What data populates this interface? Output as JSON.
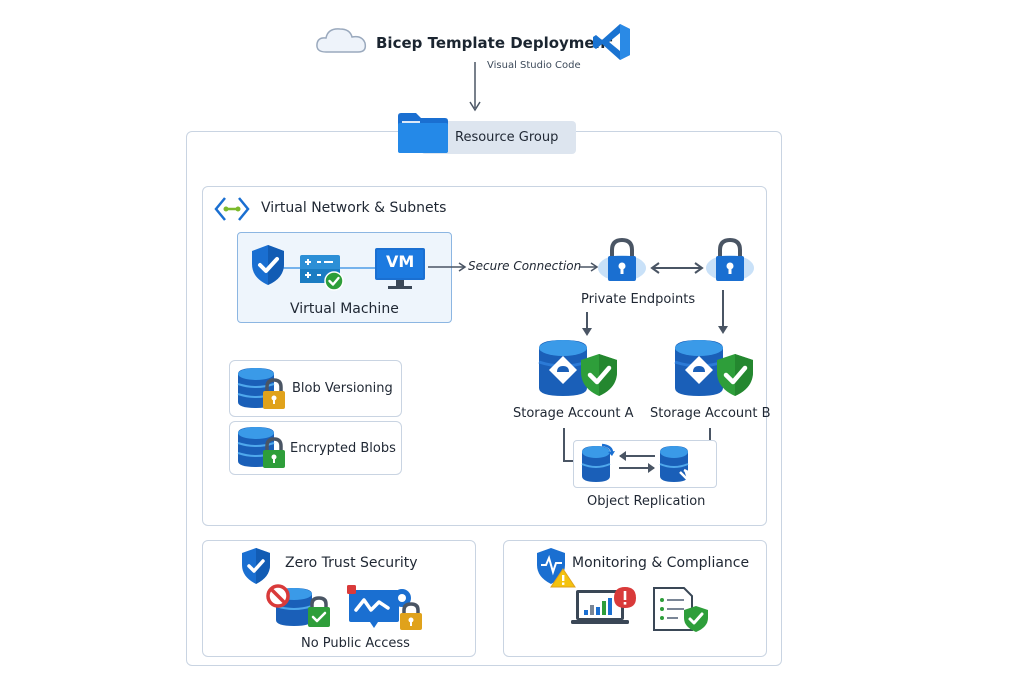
{
  "header": {
    "title": "Bicep Template Deployment",
    "subtitle": "Visual Studio Code",
    "icons": [
      "cloud-icon",
      "vscode-icon"
    ]
  },
  "resource_group": {
    "label": "Resource Group",
    "icon": "folder-icon"
  },
  "vnet": {
    "title": "Virtual Network & Subnets",
    "icon": "vnet-icon",
    "vm": {
      "label": "Virtual Machine",
      "screen_text": "VM",
      "icons": [
        "shield-check-icon",
        "nsg-icon",
        "monitor-icon"
      ]
    },
    "secure_connection_label": "Secure Connection",
    "private_endpoints_label": "Private Endpoints",
    "storage_accounts": [
      {
        "label": "Storage Account A"
      },
      {
        "label": "Storage Account B"
      }
    ],
    "object_replication_label": "Object Replication",
    "features": [
      {
        "label": "Blob Versioning",
        "lock_color": "#e0a21b"
      },
      {
        "label": "Encrypted Blobs",
        "lock_color": "#2e9e3a"
      }
    ]
  },
  "zero_trust": {
    "title": "Zero Trust Security",
    "caption": "No Public Access"
  },
  "monitoring": {
    "title": "Monitoring & Compliance"
  },
  "colors": {
    "azure_blue": "#1a6fd1",
    "border": "#c9d4e2",
    "green": "#2e9e3a",
    "warning_yellow": "#f4c20d",
    "alert_red": "#d93a3a",
    "arrow": "#4a5564"
  }
}
